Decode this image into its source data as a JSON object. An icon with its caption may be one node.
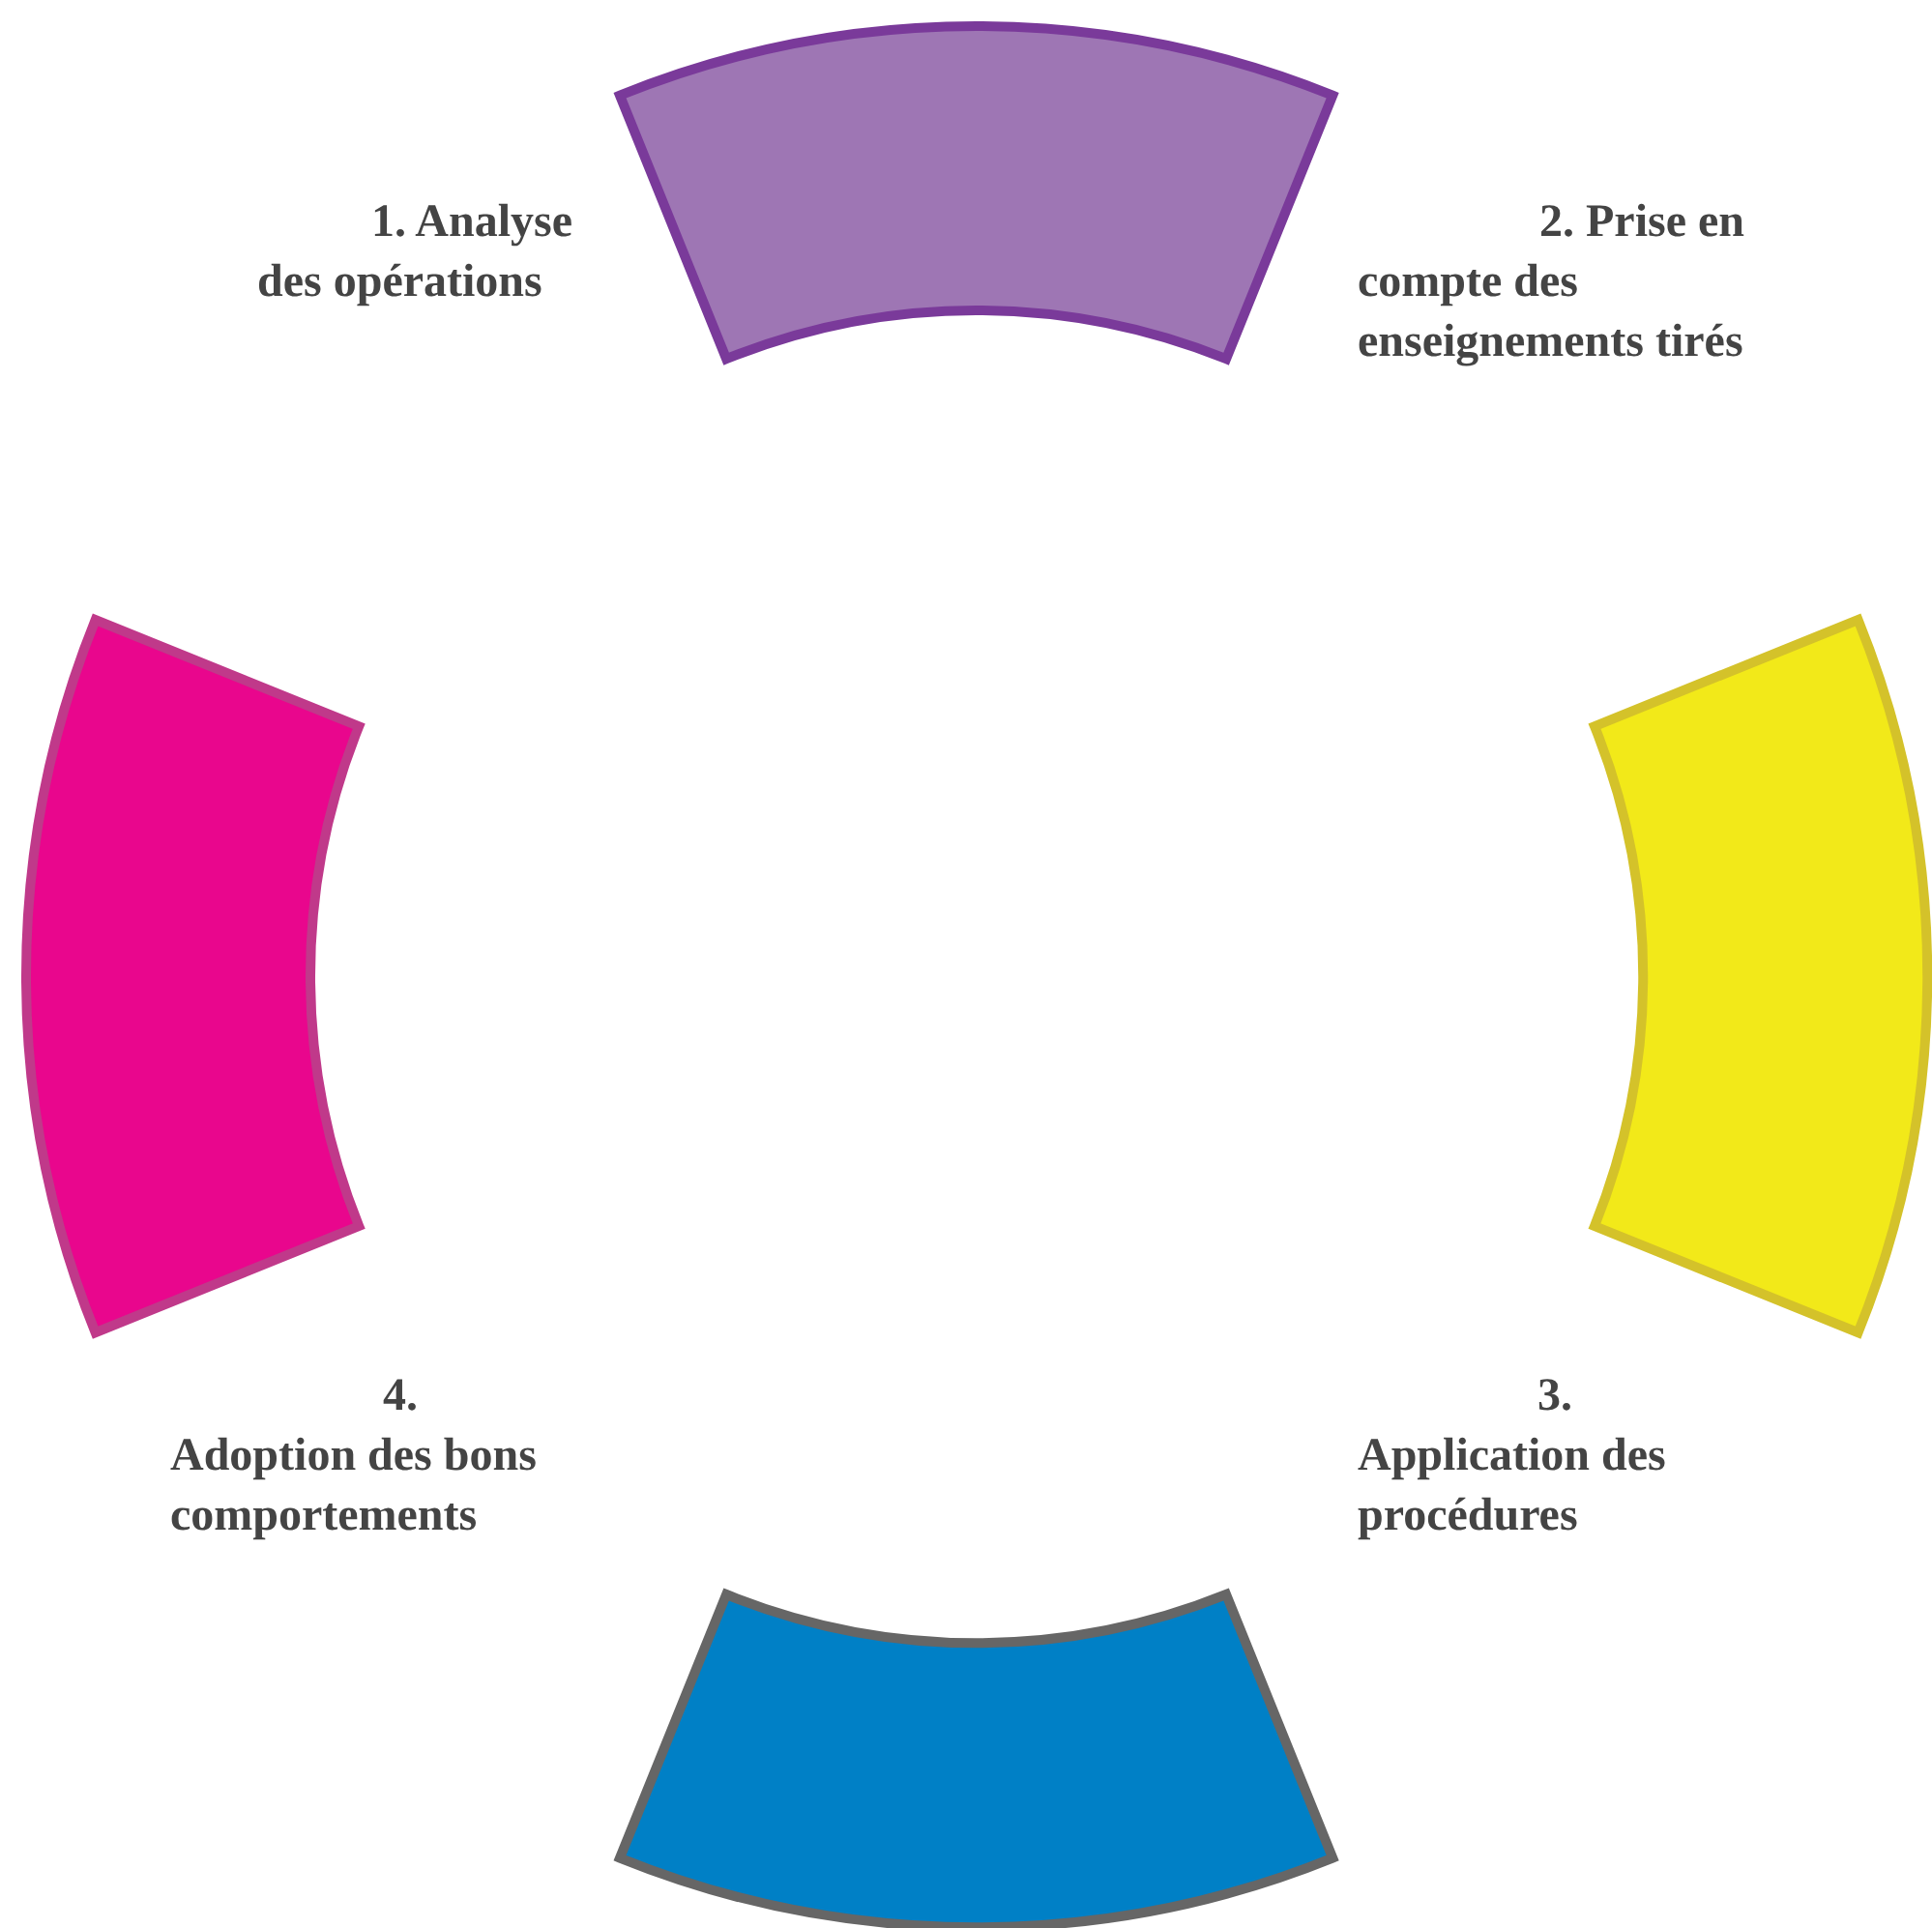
{
  "diagram": {
    "nodes": [
      {
        "text": [],
        "shape": "band"
      },
      {
        "text": [],
        "shape": "band"
      },
      {
        "text": [],
        "shape": "band"
      },
      {
        "text": [],
        "shape": "band"
      }
    ],
    "labels": [
      "1. Analyse des opérations",
      "2. Prise en compte des enseignements tirés",
      "4. Adoption des bons comportements",
      "3. Application des procédures"
    ]
  }
}
